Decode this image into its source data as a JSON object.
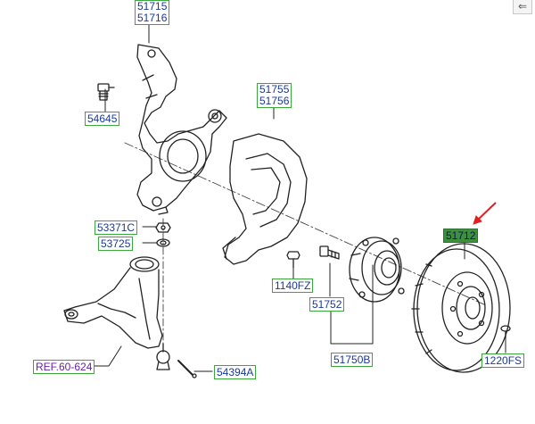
{
  "labels": {
    "knuckle_a": "51715",
    "knuckle_b": "51716",
    "bolt": "54645",
    "shield_a": "51755",
    "shield_b": "51756",
    "nut": "53371C",
    "washer": "53725",
    "small_bolt": "1140FZ",
    "hub_bolt": "51752",
    "hub_assy": "51750B",
    "disc": "51712",
    "disc_screw": "1220FS",
    "ref": "REF.60-624",
    "ball_joint": "54394A"
  },
  "colors": {
    "label_text": "#1a3a9a",
    "label_border": "#3aa83a",
    "selected_fill": "#3e8f3e",
    "pointer_arrow": "#e02020",
    "ref_text": "#6a1fa8"
  },
  "nav": {
    "back_icon": "⇐"
  }
}
